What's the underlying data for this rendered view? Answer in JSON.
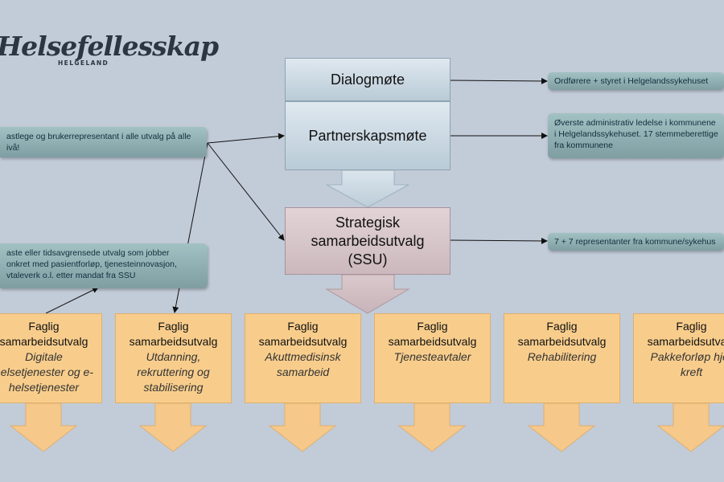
{
  "logo": {
    "main": "Helsefellesskap",
    "sub": "HELGELAND"
  },
  "top_boxes": {
    "dialog": "Dialogmøte",
    "partner": "Partnerskapsmøte",
    "ssu": [
      "Strategisk",
      "samarbeidsutvalg",
      "(SSU)"
    ]
  },
  "notes": {
    "right_dialog": "Ordførere + styret i Helgelandssykehuset",
    "right_partner": [
      "Øverste administrativ ledelse i kommunene",
      "i Helgelandssykehuset. 17 stemmeberettige",
      "fra kommunene"
    ],
    "right_ssu": "7 + 7 representanter fra kommune/sykehus",
    "left_fastlege": [
      "astlege og brukerrepresentant i alle utvalg på alle",
      "ivå!"
    ],
    "left_faste": [
      "aste eller tidsavgrensede utvalg som jobber",
      "onkret med pasientforløp, tjenesteinnovasjon,",
      "vtaleverk o.l. etter mandat fra SSU"
    ]
  },
  "faglig": {
    "label_1": "Faglig",
    "label_2": "samarbeidsutvalg",
    "items": [
      {
        "name": [
          "Digitale",
          "helsetjenester og e-",
          "helsetjenester"
        ]
      },
      {
        "name": [
          "Utdanning,",
          "rekruttering og",
          "stabilisering"
        ]
      },
      {
        "name": [
          "Akuttmedisinsk",
          "samarbeid"
        ]
      },
      {
        "name": [
          "Tjenesteavtaler"
        ]
      },
      {
        "name": [
          "Rehabilitering"
        ]
      },
      {
        "name": [
          "Pakkeforløp hjer",
          "kreft"
        ]
      }
    ]
  },
  "colors": {
    "background": "#c2cbd8",
    "box_blue": "#cddbe4",
    "box_ssu": "#d6c5c9",
    "note_teal": "#90afb2",
    "faglig_orange": "#f8cd8c",
    "logo_dark": "#2b3642"
  }
}
